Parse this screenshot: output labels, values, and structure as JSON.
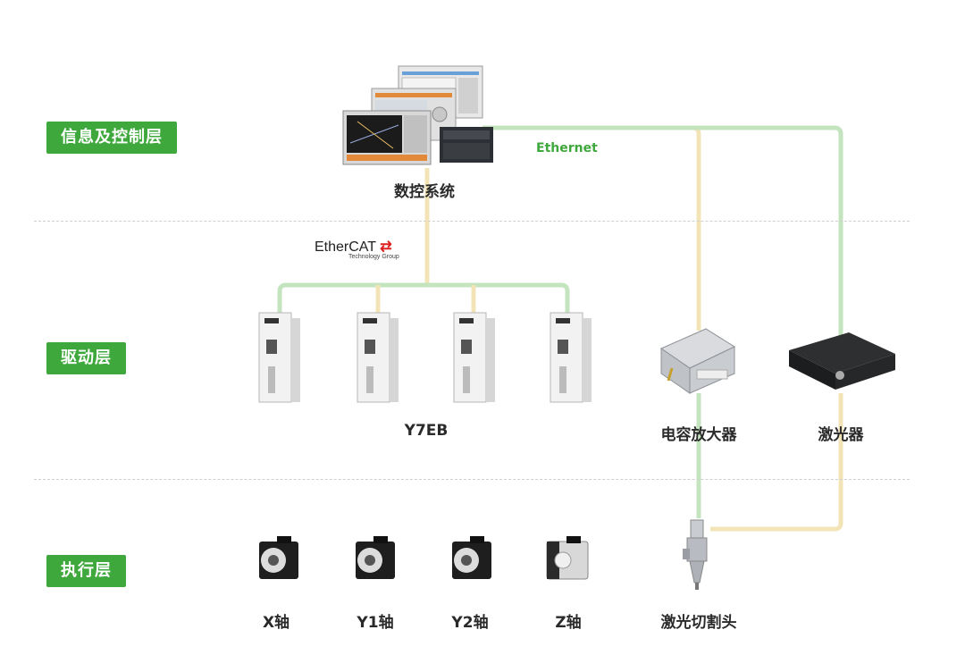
{
  "layers": {
    "info_control": "信息及控制层",
    "drive": "驱动层",
    "execution": "执行层"
  },
  "network": {
    "ethernet": "Ethernet",
    "ethercat_main": "EtherCAT",
    "ethercat_sub": "Technology Group"
  },
  "devices": {
    "cnc": "数控系统",
    "drive_model": "Y7EB",
    "cap_amp": "电容放大器",
    "laser": "激光器"
  },
  "axes": [
    "X轴",
    "Y1轴",
    "Y2轴",
    "Z轴"
  ],
  "cutting_head": "激光切割头",
  "colors": {
    "accent_green": "#3ea83c",
    "wire_green": "#b9dfb4",
    "wire_yellow": "#f5e7b8"
  }
}
